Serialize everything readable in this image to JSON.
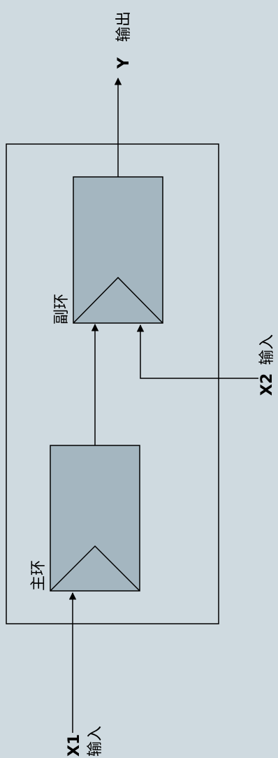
{
  "diagram": {
    "colors": {
      "background": "#cfdae0",
      "block_fill": "#a4b6c0",
      "line": "#000000"
    },
    "labels": {
      "output_y_letter": "Y",
      "output_y_text": "输出",
      "input_x2_letter": "X2",
      "input_x2_text": "输入",
      "input_x1_letter": "X1",
      "input_x1_text": "输入",
      "secondary_loop": "副环",
      "primary_loop": "主环"
    }
  }
}
